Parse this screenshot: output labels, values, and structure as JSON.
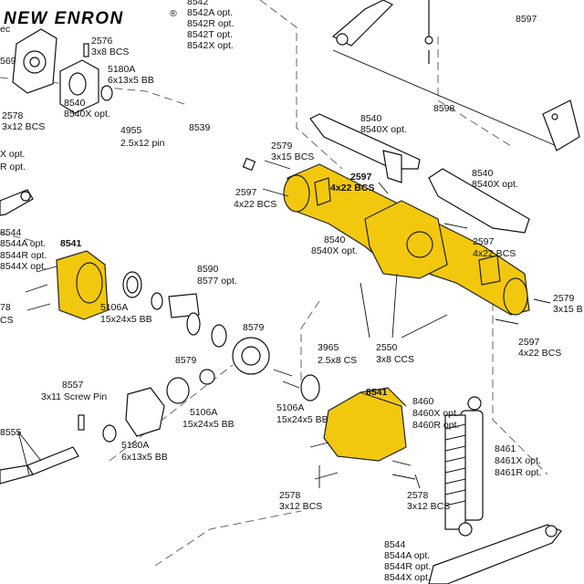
{
  "brand": {
    "name": "NEW ENRON",
    "mark": "®"
  },
  "colors": {
    "accent_yellow": "#f2c80f",
    "line": "#111111",
    "background": "#ffffff"
  },
  "labels": {
    "l8542": "8542",
    "l8542A": "8542A opt.",
    "l8542R": "8542R opt.",
    "l8542T": "8542T opt.",
    "l8542X": "8542X opt.",
    "l8597": "8597",
    "l8598": "8598",
    "l2576": "2576",
    "l2576s": "3x8 BCS",
    "l5180a": "5180A",
    "l5180as": "6x13x5 BB",
    "l2578a": "2578",
    "l2578as": "3x12 BCS",
    "l8540a": "8540",
    "l8540ax": "8540X opt.",
    "l4955": "4955",
    "l4955s": "2.5x12 pin",
    "l8539": "8539",
    "l8540b": "8540",
    "l8540bx": "8540X opt.",
    "l2579a": "2579",
    "l2579as": "3x15 BCS",
    "l2597a": "2597",
    "l2597as": "4x22 BCS",
    "l2597b": "2597",
    "l2597bs": "4x22 BCS",
    "l8540c": "8540",
    "l8540cx": "8540X opt.",
    "l8540d": "8540",
    "l8540dx": "8540X opt.",
    "l2597c": "2597",
    "l2597cs": "4x22 BCS",
    "l8544a": "8544",
    "l8544aa": "8544A opt.",
    "l8544ar": "8544R opt.",
    "l8544ax": "8544X opt.",
    "l8541a": "8541",
    "l8590": "8590",
    "l8577": "8577 opt.",
    "l5106a": "5106A",
    "l5106as": "15x24x5 BB",
    "l2579b": "2579",
    "l2579bs": "3x15 B",
    "l2597d": "2597",
    "l2597ds": "4x22 BCS",
    "l8579a": "8579",
    "l8579b": "8579",
    "l3965": "3965",
    "l3965s": "2.5x8 CS",
    "l2550": "2550",
    "l2550s": "3x8 CCS",
    "l8557": "8557",
    "l8557s": "3x11 Screw Pin",
    "l5106b": "5106A",
    "l5106bs": "15x24x5 BB",
    "l5106c": "5106A",
    "l5106cs": "15x24x5 BB",
    "l8541b": "8541",
    "l8460": "8460",
    "l8460x": "8460X opt.",
    "l8460r": "8460R opt.",
    "l8555": "8555",
    "l5180b": "5180A",
    "l5180bs": "6x13x5 BB",
    "l8461": "8461",
    "l8461x": "8461X opt.",
    "l8461r": "8461R opt.",
    "l2578b": "2578",
    "l2578bs": "3x12 BCS",
    "l2578c": "2578",
    "l2578cs": "3x12 BCS",
    "l8544b": "8544",
    "l8544ba": "8544A opt.",
    "l8544br": "8544R opt.",
    "l8544bx": "8544X opt.",
    "l78": "78",
    "l78s": "CS",
    "lX1": "X opt.",
    "lR1": "R opt.",
    "l569": "569",
    "lec": "ec"
  }
}
